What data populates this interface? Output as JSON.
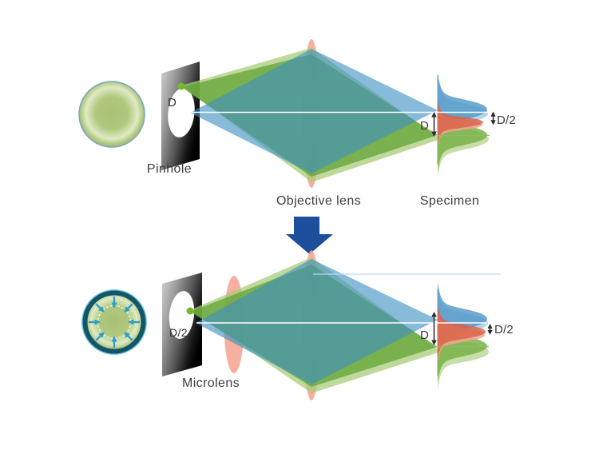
{
  "top_diagram": {
    "pinhole_label": "Pinhole",
    "aperture_label": "D",
    "objective_lens_label": "Objective lens",
    "specimen_label": "Specimen",
    "spot_size_label": "D",
    "spot_half_size_label": "D/2"
  },
  "transform_arrow": {
    "direction": "down"
  },
  "bottom_diagram": {
    "microlens_label": "Microlens",
    "aperture_label": "D/2",
    "spot_size_label": "D",
    "spot_half_size_label": "D/2"
  },
  "colors": {
    "excitation_green": "#61a335",
    "light_green_fringe": "#a8cc7a",
    "beam_blue": "#3f8fc4",
    "lens_salmon": "#f4a28e",
    "emission_red": "#d95f43",
    "transform_arrow_blue": "#1c4e9c",
    "inward_arrow_blue": "#2f9ec9",
    "ring_teal": "#125668",
    "disc_green": "#aec67b",
    "optical_axis": "#ffffff"
  }
}
